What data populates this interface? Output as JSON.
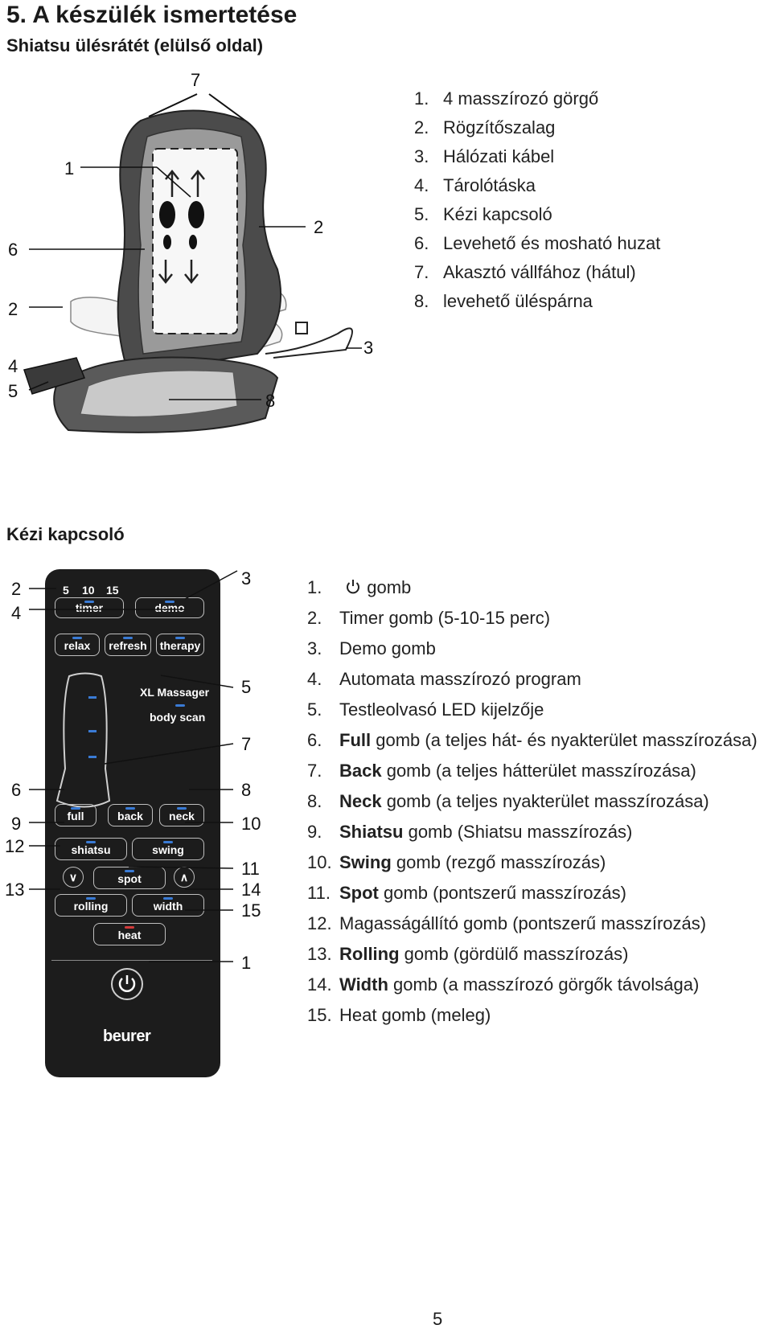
{
  "page": {
    "title": "5. A készülék ismertetése",
    "subtitle": "Shiatsu ülésrátét (elülső oldal)",
    "section_remote": "Kézi kapcsoló",
    "page_number": "5"
  },
  "parts": [
    {
      "num": "1.",
      "text": "4 masszírozó görgő"
    },
    {
      "num": "2.",
      "text": "Rögzítőszalag"
    },
    {
      "num": "3.",
      "text": "Hálózati kábel"
    },
    {
      "num": "4.",
      "text": "Tárolótáska"
    },
    {
      "num": "5.",
      "text": "Kézi kapcsoló"
    },
    {
      "num": "6.",
      "text": "Levehető és mosható huzat"
    },
    {
      "num": "7.",
      "text": "Akasztó vállfához (hátul)"
    },
    {
      "num": "8.",
      "text": "levehető üléspárna"
    }
  ],
  "seat_callouts": [
    "7",
    "1",
    "6",
    "2",
    "2",
    "3",
    "4",
    "5",
    "8"
  ],
  "controls": [
    {
      "num": "1.",
      "bold": "",
      "text": "gomb",
      "icon": "power-icon"
    },
    {
      "num": "2.",
      "bold": "",
      "text": "Timer gomb (5-10-15 perc)"
    },
    {
      "num": "3.",
      "bold": "",
      "text": "Demo gomb"
    },
    {
      "num": "4.",
      "bold": "",
      "text": "Automata masszírozó program"
    },
    {
      "num": "5.",
      "bold": "",
      "text": "Testleolvasó LED kijelzője"
    },
    {
      "num": "6.",
      "bold": "Full",
      "text": " gomb (a teljes hát- és nyakterület masszírozása)"
    },
    {
      "num": "7.",
      "bold": "Back",
      "text": " gomb (a teljes hátterület masszírozása)"
    },
    {
      "num": "8.",
      "bold": "Neck",
      "text": " gomb (a teljes nyakterület masszírozása)"
    },
    {
      "num": "9.",
      "bold": "Shiatsu",
      "text": " gomb (Shiatsu masszírozás)"
    },
    {
      "num": "10.",
      "bold": "Swing",
      "text": " gomb (rezgő masszírozás)"
    },
    {
      "num": "11.",
      "bold": "Spot",
      "text": " gomb (pontszerű masszírozás)"
    },
    {
      "num": "12.",
      "bold": "",
      "text": "Magasságállító gomb (pontszerű masszírozás)"
    },
    {
      "num": "13.",
      "bold": "Rolling",
      "text": " gomb (gördülő masszírozás)"
    },
    {
      "num": "14.",
      "bold": "Width",
      "text": " gomb (a masszírozó görgők távolsága)"
    },
    {
      "num": "15.",
      "bold": "",
      "text": "Heat gomb (meleg)"
    }
  ],
  "remote": {
    "timer_steps": [
      "5",
      "10",
      "15"
    ],
    "timer": "timer",
    "demo": "demo",
    "relax": "relax",
    "refresh": "refresh",
    "therapy": "therapy",
    "model": "XL Massager",
    "body_scan": "body scan",
    "full": "full",
    "back": "back",
    "neck": "neck",
    "shiatsu": "shiatsu",
    "swing": "swing",
    "down": "∨",
    "spot": "spot",
    "up": "∧",
    "rolling": "rolling",
    "width": "width",
    "heat": "heat",
    "brand": "beurer"
  },
  "remote_callouts": [
    "3",
    "2",
    "4",
    "5",
    "7",
    "6",
    "8",
    "9",
    "10",
    "12",
    "11",
    "13",
    "14",
    "15",
    "1"
  ]
}
